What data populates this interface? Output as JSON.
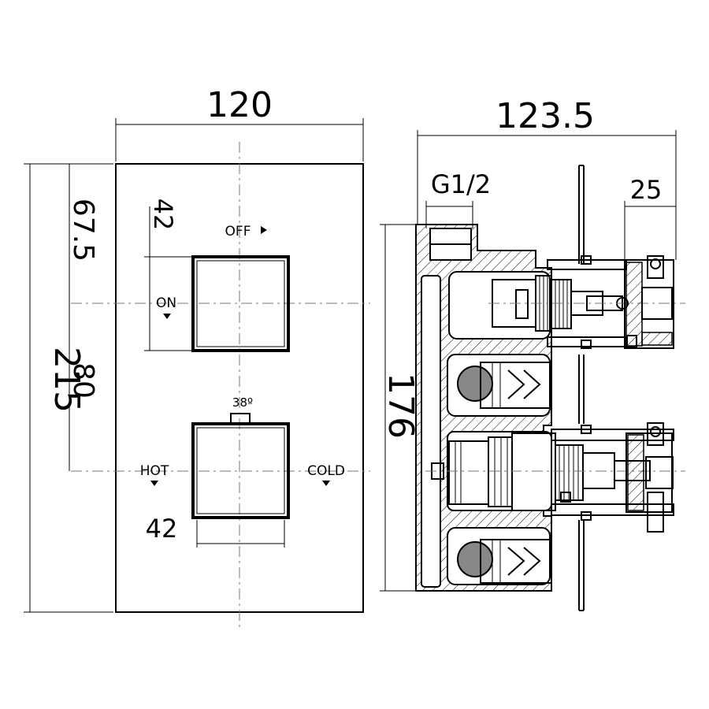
{
  "front_view": {
    "width_dim": "120",
    "height_dim": "215",
    "upper_offset_dim": "67.5",
    "spacing_dim": "80",
    "upper_knob_dim": "42",
    "lower_knob_dim": "42",
    "angle_label": "38º",
    "off_label": "OFF",
    "on_label": "ON",
    "hot_label": "HOT",
    "cold_label": "COLD"
  },
  "side_view": {
    "depth_dim": "123.5",
    "inlet_dim": "G1/2",
    "handle_dim": "25",
    "height_dim": "176"
  }
}
